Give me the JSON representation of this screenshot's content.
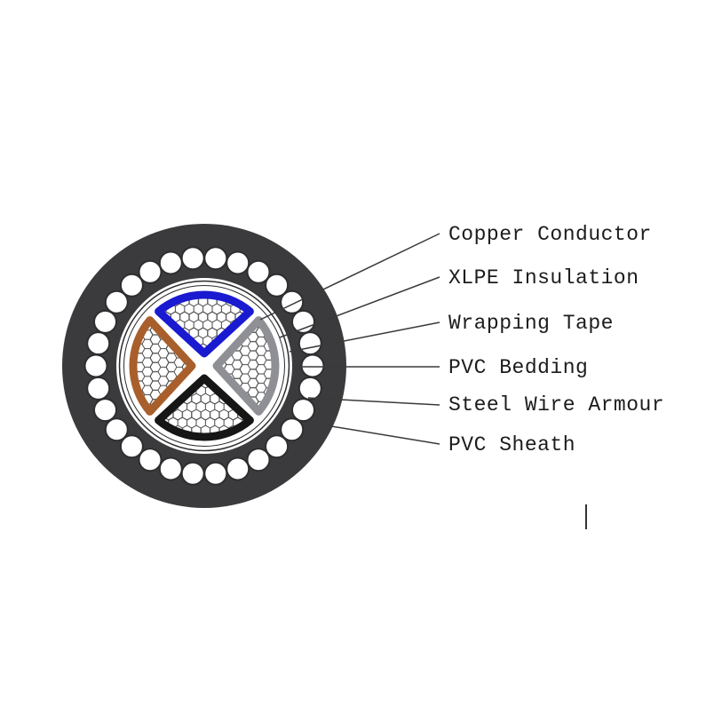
{
  "diagram": {
    "labels": [
      {
        "text": "Copper Conductor"
      },
      {
        "text": "XLPE Insulation"
      },
      {
        "text": "Wrapping Tape"
      },
      {
        "text": "PVC Bedding"
      },
      {
        "text": "Steel Wire Armour"
      },
      {
        "text": "PVC Sheath"
      }
    ],
    "colors": {
      "sheath": "#3b3b3d",
      "core_top_insulation": "#1a1ad0",
      "core_right_insulation": "#8f9096",
      "core_bottom_insulation": "#161616",
      "core_left_insulation": "#a95f2c",
      "wire_stroke": "#2e2e30",
      "mesh": "#4a4a4a",
      "leader_line": "#3a3a3a"
    }
  }
}
